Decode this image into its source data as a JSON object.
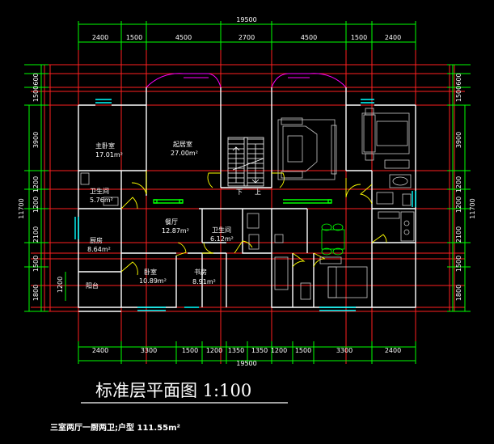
{
  "colors": {
    "background": "#000000",
    "wall": "#ffffff",
    "grid": "#ff2020",
    "dimension": "#00ff00",
    "window": "#00ffff",
    "door": "#ffff00",
    "fixture": "#c8c8c8",
    "bay_window": "#ff00ff",
    "green_fixture": "#00ff00"
  },
  "dimensions": {
    "top_total": "19500",
    "top_segments": [
      "2400",
      "1500",
      "4500",
      "2700",
      "4500",
      "1500",
      "2400"
    ],
    "bottom_total": "19500",
    "bottom_segments": [
      "2400",
      "3300",
      "1500",
      "1200",
      "1350",
      "1350",
      "1200",
      "1500",
      "3300",
      "2400"
    ],
    "left_total": "11700",
    "left_segments": [
      "600",
      "1500",
      "3900",
      "1200",
      "1200",
      "2100",
      "1500",
      "1800"
    ],
    "left_extra": "1200",
    "right_total": "11700",
    "right_segments": [
      "600",
      "1500",
      "3900",
      "1200",
      "1200",
      "2100",
      "1500",
      "1800"
    ]
  },
  "rooms": {
    "master_bedroom": {
      "name": "主卧室",
      "area": "17.01m²"
    },
    "living_room": {
      "name": "起居室",
      "area": "27.00m²"
    },
    "bathroom_1": {
      "name": "卫生间",
      "area": "5.76m²"
    },
    "kitchen": {
      "name": "厨房",
      "area": "8.64m²"
    },
    "dining_room": {
      "name": "餐厅",
      "area": "12.87m²"
    },
    "bathroom_2": {
      "name": "卫生间",
      "area": "6.12m²"
    },
    "balcony": {
      "name": "阳台"
    },
    "bedroom": {
      "name": "卧室",
      "area": "10.89m²"
    },
    "study": {
      "name": "书房",
      "area": "8.91m²"
    },
    "stair_down": "下",
    "stair_up": "上"
  },
  "title": "标准层平面图  1:100",
  "subtitle": "三室两厅一厨两卫;户型 111.55m²"
}
